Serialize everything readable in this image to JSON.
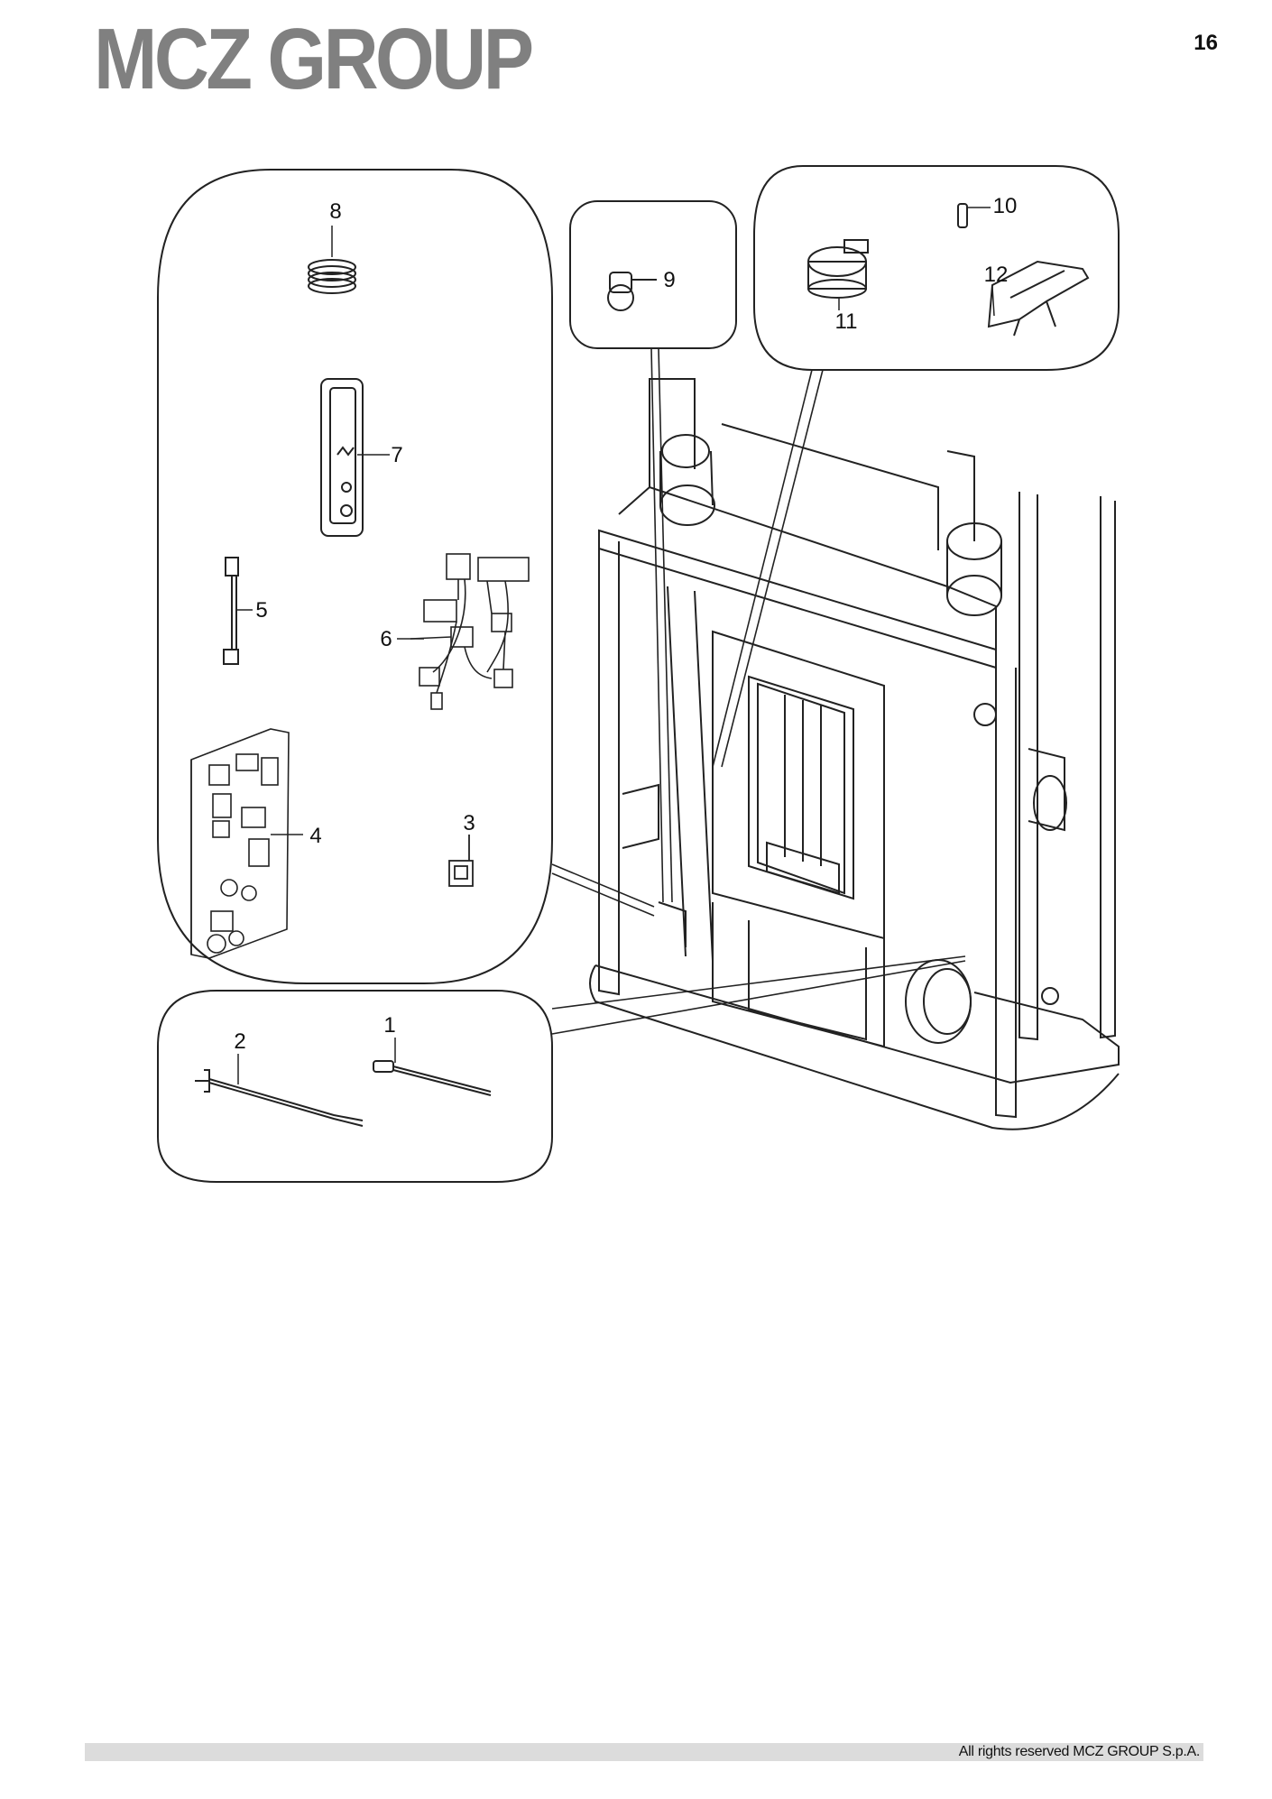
{
  "header": {
    "brand": "MCZ GROUP",
    "page_number": "16"
  },
  "callouts": [
    {
      "id": "c1",
      "label": "1"
    },
    {
      "id": "c2",
      "label": "2"
    },
    {
      "id": "c3",
      "label": "3"
    },
    {
      "id": "c4",
      "label": "4"
    },
    {
      "id": "c5",
      "label": "5"
    },
    {
      "id": "c6",
      "label": "6"
    },
    {
      "id": "c7",
      "label": "7"
    },
    {
      "id": "c8",
      "label": "8"
    },
    {
      "id": "c9",
      "label": "9"
    },
    {
      "id": "c10",
      "label": "10"
    },
    {
      "id": "c11",
      "label": "11"
    },
    {
      "id": "c12",
      "label": "12"
    }
  ],
  "footer": {
    "copyright": "All rights reserved MCZ GROUP S.p.A."
  }
}
